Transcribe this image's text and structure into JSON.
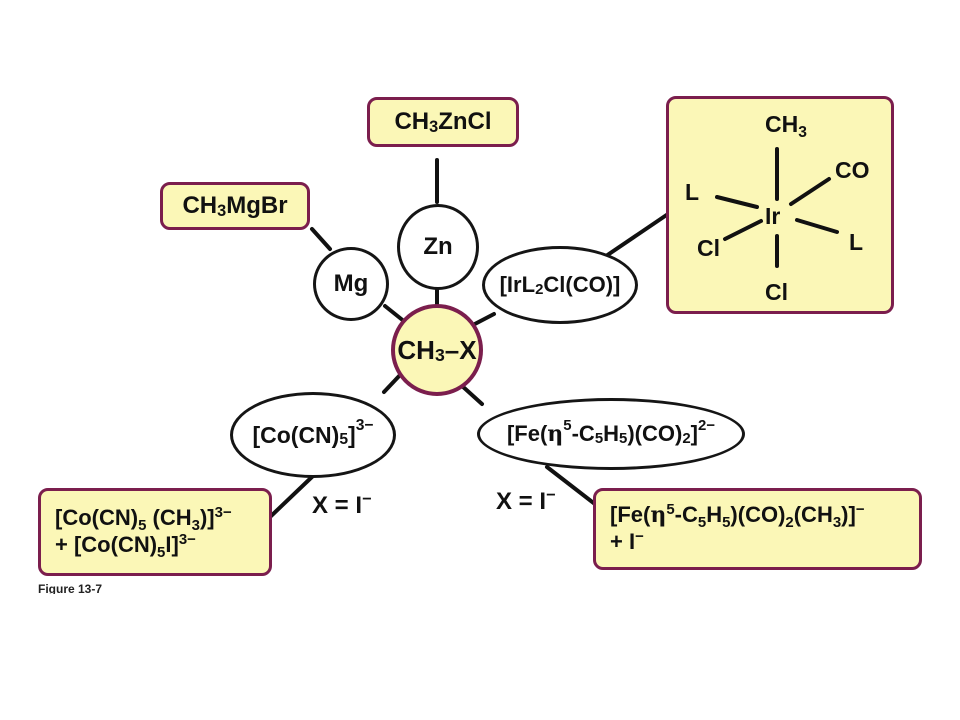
{
  "diagram": {
    "center": {
      "ch": "CH",
      "sub3": "3",
      "dash_x": "–X"
    },
    "zn": {
      "metal": "Zn",
      "product_prefix": "CH",
      "product_sub": "3",
      "product_rest": "ZnCl"
    },
    "mg": {
      "metal": "Mg",
      "product_prefix": "CH",
      "product_sub": "3",
      "product_rest": "MgBr"
    },
    "ir": {
      "reagent_a": "[IrL",
      "reagent_sub": "2",
      "reagent_b": "Cl(CO)]",
      "product_atoms": {
        "top": "CH",
        "top_sub": "3",
        "co": "CO",
        "l_left": "L",
        "metal": "Ir",
        "cl_left": "Cl",
        "l_right": "L",
        "cl_bottom": "Cl"
      }
    },
    "co": {
      "reagent_a": "[Co(CN)",
      "reagent_sub": "5",
      "reagent_b": "]",
      "reagent_charge": "3−",
      "condition": "X = I",
      "condition_charge": "−",
      "product_line1_a": "[Co(CN)",
      "product_line1_sub1": "5",
      "product_line1_b": " (CH",
      "product_line1_sub2": "3",
      "product_line1_c": ")]",
      "product_line1_charge": "3−",
      "product_line2_a": "+ [Co(CN)",
      "product_line2_sub": "5",
      "product_line2_b": "I]",
      "product_line2_charge": "3−"
    },
    "fe": {
      "reagent_a": "[Fe(",
      "eta": "η",
      "eta_sup": "5",
      "reagent_b": "-C",
      "reagent_sub1": "5",
      "reagent_c": "H",
      "reagent_sub2": "5",
      "reagent_d": ")(CO)",
      "reagent_sub3": "2",
      "reagent_e": "]",
      "reagent_charge": "2−",
      "condition": "X = I",
      "condition_charge": "−",
      "product_a": "[Fe(",
      "product_eta": "η",
      "product_eta_sup": "5",
      "product_b": "-C",
      "product_sub1": "5",
      "product_c": "H",
      "product_sub2": "5",
      "product_d": ")(CO)",
      "product_sub3": "2",
      "product_e": "(CH",
      "product_sub4": "3",
      "product_f": ")]",
      "product_charge": "−",
      "product_line2": "+ I",
      "product_line2_charge": "−"
    },
    "caption": "Figure 13-7"
  }
}
